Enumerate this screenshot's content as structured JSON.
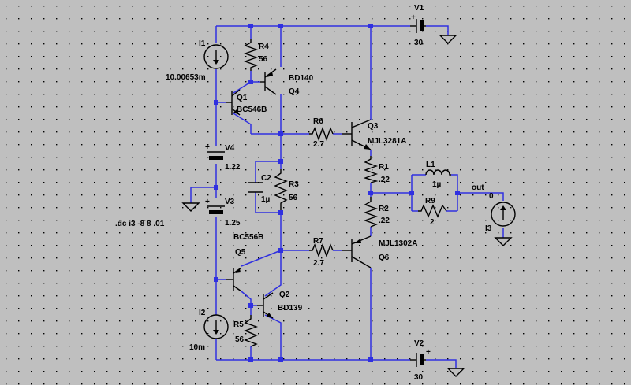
{
  "colors": {
    "background": "#bfbfbf",
    "grid_dot": "#000000",
    "wire": "#3030e0",
    "component": "#000000",
    "text": "#000000"
  },
  "directive": ".dc i3 -8 8 .01",
  "net_label": "out",
  "dc_label": "0",
  "components": {
    "v1": {
      "name": "V1",
      "value": "30"
    },
    "v2": {
      "name": "V2",
      "value": "30"
    },
    "v3": {
      "name": "V3",
      "value": "1.25"
    },
    "v4": {
      "name": "V4",
      "value": "1.22"
    },
    "i1": {
      "name": "I1",
      "value": "10.00653m"
    },
    "i2": {
      "name": "I2",
      "value": "10m"
    },
    "i3": {
      "name": "I3"
    },
    "r1": {
      "name": "R1",
      "value": ".22"
    },
    "r2": {
      "name": "R2",
      "value": ".22"
    },
    "r3": {
      "name": "R3",
      "value": "56"
    },
    "r4": {
      "name": "R4",
      "value": "56"
    },
    "r5": {
      "name": "R5",
      "value": "56"
    },
    "r6": {
      "name": "R6",
      "value": "2.7"
    },
    "r7": {
      "name": "R7",
      "value": "2.7"
    },
    "r9": {
      "name": "R9",
      "value": "2"
    },
    "c2": {
      "name": "C2",
      "value": "1µ"
    },
    "l1": {
      "name": "L1",
      "value": "1µ"
    },
    "q1": {
      "name": "Q1",
      "model": "BC546B"
    },
    "q2": {
      "name": "Q2",
      "model": "BD139"
    },
    "q3": {
      "name": "Q3",
      "model": "MJL3281A"
    },
    "q4": {
      "name": "Q4",
      "model": "BD140"
    },
    "q5": {
      "name": "Q5",
      "model": "BC556B"
    },
    "q6": {
      "name": "Q6",
      "model": "MJL1302A"
    }
  }
}
